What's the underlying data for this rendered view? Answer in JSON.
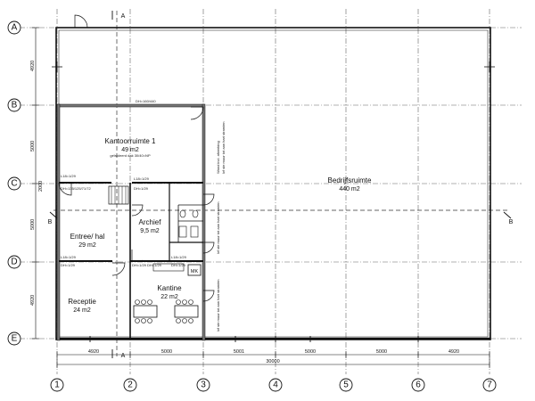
{
  "grid": {
    "rows": [
      "A",
      "B",
      "C",
      "D",
      "E"
    ],
    "cols": [
      "1",
      "2",
      "3",
      "4",
      "5",
      "6",
      "7"
    ],
    "row_dims": [
      "4920",
      "5000",
      "5000",
      "4920"
    ],
    "row_dims_extra": [
      "2000"
    ],
    "col_dims": [
      "4920",
      "5000",
      "5001",
      "5000",
      "5000",
      "4920"
    ],
    "total_width": "30000"
  },
  "section_marks": {
    "a": "A",
    "b": "B"
  },
  "rooms": {
    "kantoor": {
      "name": "Kantoorruimte 1",
      "area": "49 m2",
      "note": "geïsoleerd dak 30/40=NP"
    },
    "bedrijf": {
      "name": "Bedrijfsruimte",
      "area": "440 m2"
    },
    "archief": {
      "name": "Archief",
      "area": "9,5 m2"
    },
    "entree": {
      "name": "Entree/ hal",
      "area": "29 m2"
    },
    "kantine": {
      "name": "Kantine",
      "area": "22 m2"
    },
    "receptie": {
      "name": "Receptie",
      "area": "24 m2"
    }
  },
  "fixtures": {
    "mk": "MK"
  },
  "wall_notes": {
    "v1": "Wand incl. afwerking",
    "v2": "lvf ste muur tot aan hart stramien",
    "v3": "lvf ste muur tot aan hart stramien",
    "v4": "lvf ste muur tot aan hart stramien"
  },
  "tags": {
    "t1": "L18=1/29",
    "t2": "DH=135/125/71/72",
    "t3": "L18=1/29",
    "t4": "DH=1/29",
    "t5": "L18=1/29",
    "t6": "DH=1/29",
    "t7": "DH=1/29 DH=1/29",
    "t8": "L18=1/29",
    "t9": "DH=1/29",
    "t10": "DH=160/440"
  }
}
